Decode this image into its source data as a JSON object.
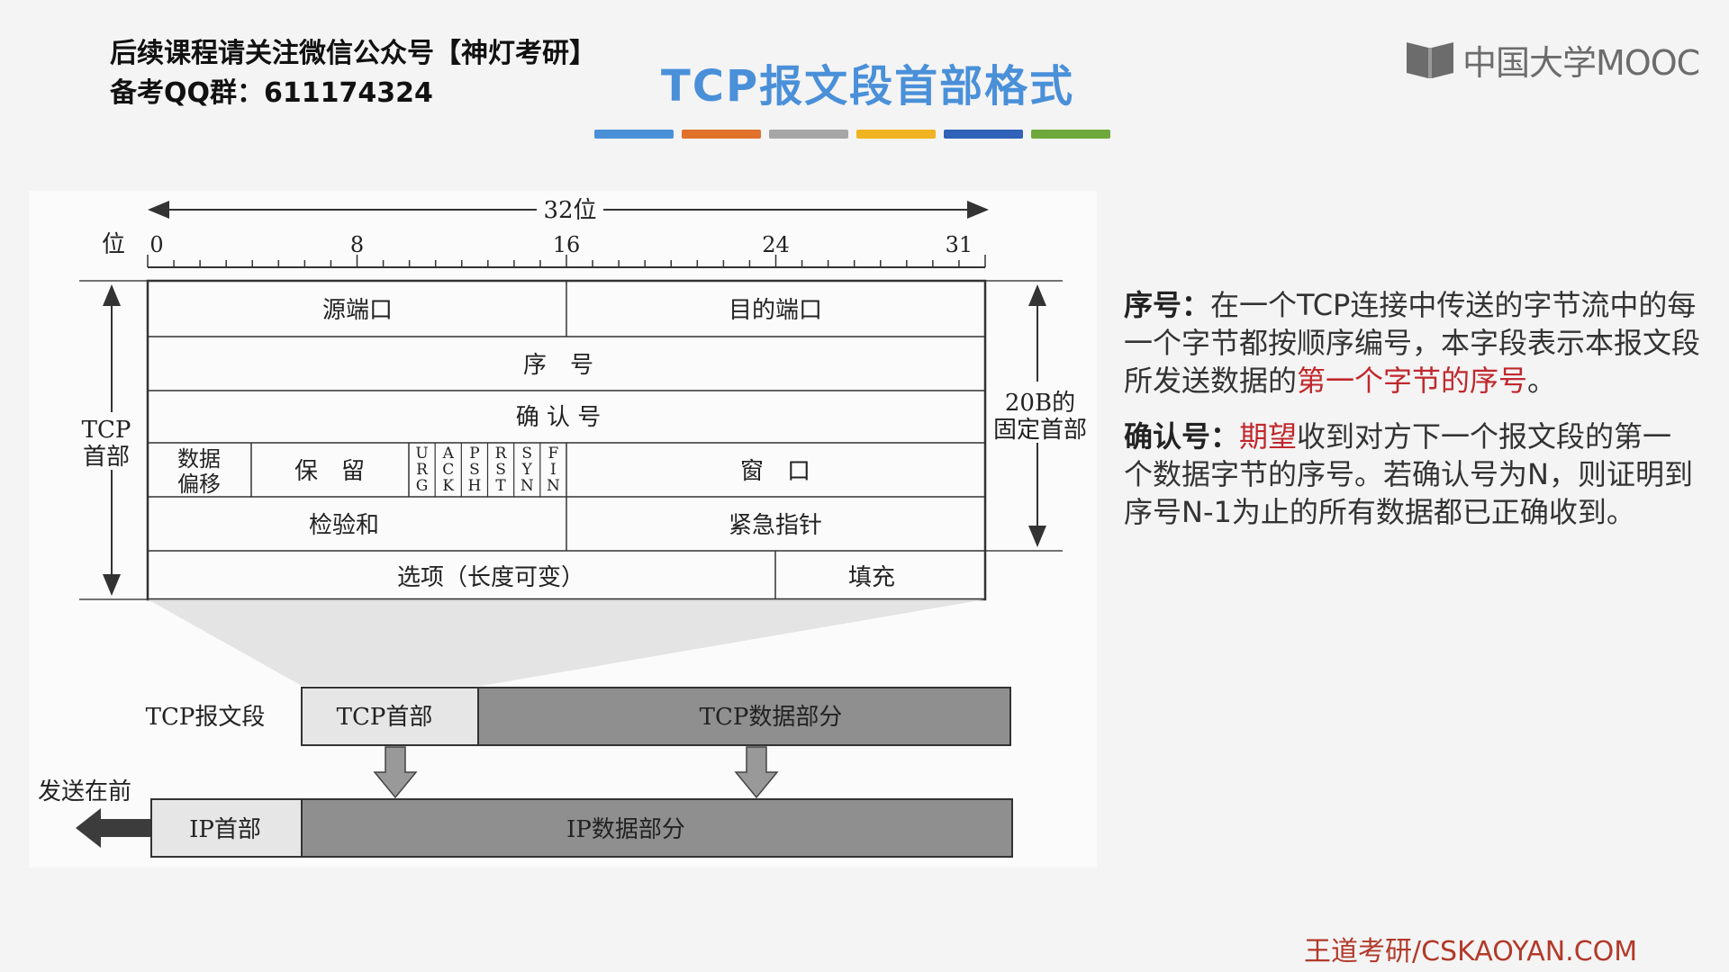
{
  "header": {
    "note_line1": "后续课程请关注微信公众号【神灯考研】",
    "note_line2": "备考QQ群：611174324",
    "title": "TCP报文段首部格式",
    "color_bar": [
      "#4a90d9",
      "#e0702a",
      "#a6a6a6",
      "#f0b422",
      "#2f62b8",
      "#6ea83a"
    ],
    "logo_text": "中国大学MOOC"
  },
  "diagram": {
    "width_label": "32位",
    "bit_label": "位",
    "ticks": [
      "0",
      "8",
      "16",
      "24",
      "31"
    ],
    "rows": {
      "src_port": "源端口",
      "dst_port": "目的端口",
      "seq": "序　号",
      "ack": "确 认 号",
      "data_offset_1": "数据",
      "data_offset_2": "偏移",
      "reserved": "保　留",
      "flags": [
        "URG",
        "ACK",
        "PSH",
        "RST",
        "SYN",
        "FIN"
      ],
      "window": "窗　口",
      "checksum": "检验和",
      "urgent": "紧急指针",
      "options": "选项（长度可变）",
      "padding": "填充"
    },
    "tcp_header_label_1": "TCP",
    "tcp_header_label_2": "首部",
    "fixed_label_1": "20B的",
    "fixed_label_2": "固定首部",
    "segment_label": "TCP报文段",
    "tcp_header_box": "TCP首部",
    "tcp_data_box": "TCP数据部分",
    "send_first": "发送在前",
    "ip_header_box": "IP首部",
    "ip_data_box": "IP数据部分"
  },
  "description": {
    "seq_term": "序号：",
    "seq_text": "在一个TCP连接中传送的字节流中的每一个字节都按顺序编号，本字段表示本报文段所发送数据的",
    "seq_highlight": "第一个字节的序号",
    "seq_end": "。",
    "ack_term": "确认号：",
    "ack_highlight": "期望",
    "ack_text": "收到对方下一个报文段的第一个数据字节的序号。若确认号为N，则证明到序号N-1为止的所有数据都已正确收到。"
  },
  "footer": "王道考研/CSKAOYAN.COM"
}
